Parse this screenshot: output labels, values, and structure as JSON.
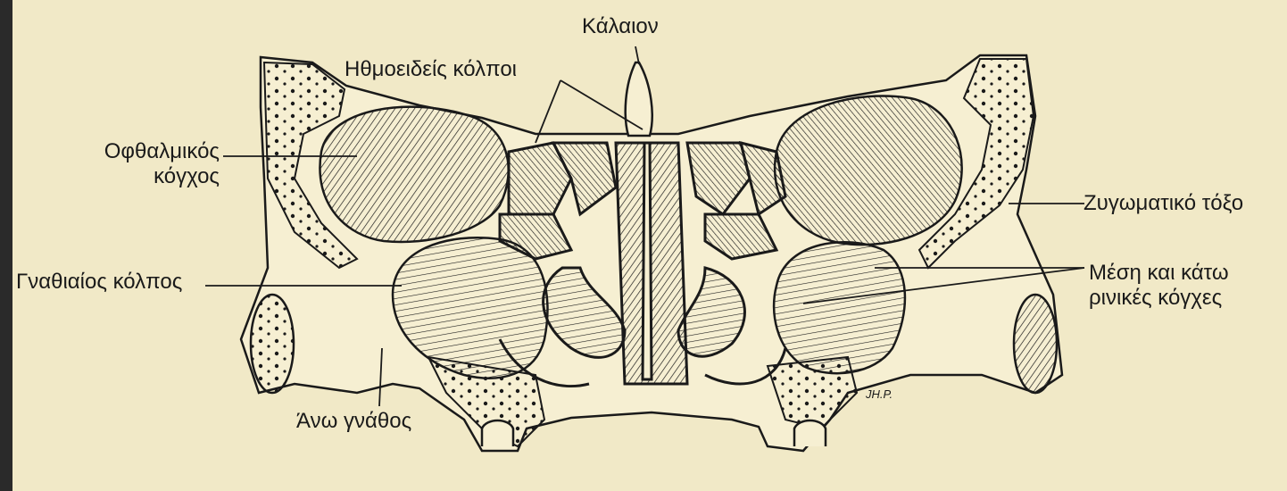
{
  "labels": {
    "kalaion": "Κάλαιον",
    "ethmoid_sinuses": "Ηθμοειδείς κόλποι",
    "orbital_cavity_line1": "Οφθαλμικός",
    "orbital_cavity_line2": "κόγχος",
    "zygomatic_arch": "Ζυγωματικό τόξο",
    "maxillary_sinus": "Γναθιαίος κόλπος",
    "nasal_conchae_line1": "Μέση και κάτω",
    "nasal_conchae_line2": "ρινικές κόγχες",
    "upper_jaw": "Άνω γνάθος",
    "signature": "JH.P."
  },
  "colors": {
    "paper": "#f1e9c7",
    "ink": "#1a1a1a",
    "frame": "#1c1c1c"
  }
}
